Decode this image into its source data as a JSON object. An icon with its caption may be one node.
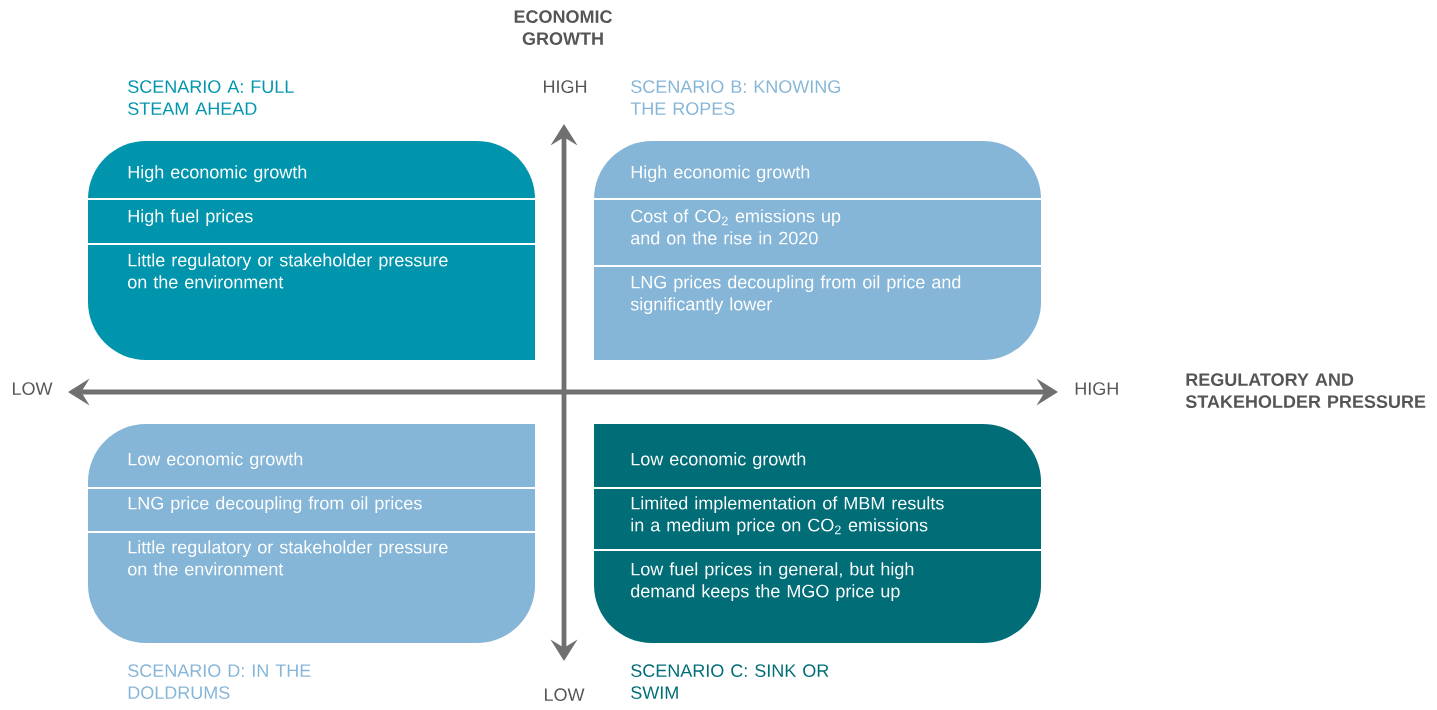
{
  "diagram": {
    "nodes": [
      {
        "text": [
          "SCENARIO A: FULL STEAM AHEAD",
          "High economic growth",
          "High fuel prices",
          "Little regulatory or stakeholder pressure on the environment"
        ]
      },
      {
        "text": [
          "SCENARIO B: KNOWING THE ROPES",
          "High economic growth",
          "Cost of CO$_{2}$ emissions up and on the rise in 2020",
          "LNG prices decoupling from oil price and significantly lower"
        ]
      },
      {
        "text": [
          "Low economic growth",
          "LNG price decoupling from oil prices",
          "Little regulatory or stakeholder pressure on the environment",
          "SCENARIO D: IN THE DOLDRUMS"
        ]
      },
      {
        "text": [
          "Low economic growth",
          "Limited implementation of MBM results in a medium price on CO$_{2}$ emissions",
          "Low fuel prices in general, but high demand keeps the MGO price up",
          "SCENARIO C: SINK OR SWIM"
        ]
      }
    ],
    "labels": [
      "ECONOMIC GROWTH",
      "HIGH",
      "LOW",
      "HIGH",
      "REGULATORY AND STAKEHOLDER PRESSURE",
      "LOW"
    ]
  }
}
